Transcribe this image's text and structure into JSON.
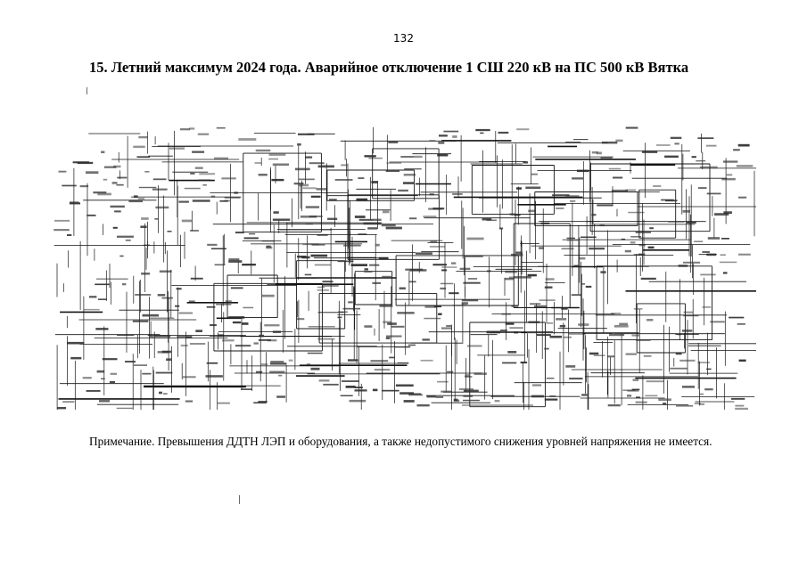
{
  "document": {
    "page_number": "132",
    "heading": "15. Летний максимум 2024 года. Аварийное отключение 1 СШ 220 кВ на ПС 500 кВ Вятка",
    "note": "Примечание. Превышения ДДТН ЛЭП и оборудования, а также недопустимого снижения уровней напряжения не имеется."
  },
  "diagram": {
    "line_color": "#141414",
    "label_color": "#2c2c2c"
  }
}
